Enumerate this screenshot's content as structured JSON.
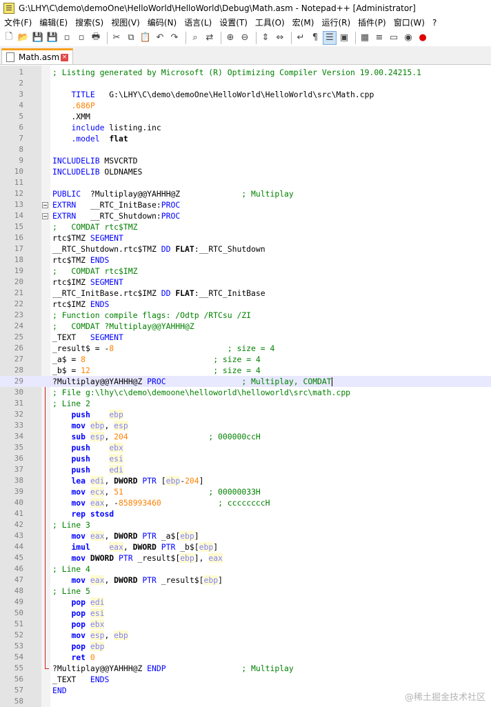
{
  "window": {
    "title": "G:\\LHY\\C\\demo\\demoOne\\HelloWorld\\HelloWorld\\Debug\\Math.asm - Notepad++ [Administrator]"
  },
  "menu": [
    "文件(F)",
    "编辑(E)",
    "搜索(S)",
    "视图(V)",
    "编码(N)",
    "语言(L)",
    "设置(T)",
    "工具(O)",
    "宏(M)",
    "运行(R)",
    "插件(P)",
    "窗口(W)",
    "?"
  ],
  "toolbar": {
    "icons": [
      "new-file-icon",
      "open-file-icon",
      "save-icon",
      "save-all-icon",
      "close-icon",
      "close-all-icon",
      "print-icon",
      "cut-icon",
      "copy-icon",
      "paste-icon",
      "undo-icon",
      "redo-icon",
      "find-icon",
      "replace-icon",
      "zoom-in-icon",
      "zoom-out-icon",
      "sync-vertical-icon",
      "sync-horizontal-icon",
      "word-wrap-icon",
      "show-all-chars-icon",
      "indent-guide-icon",
      "user-language-icon",
      "doc-map-icon",
      "function-list-icon",
      "folder-workspace-icon",
      "monitor-icon",
      "record-macro-icon"
    ]
  },
  "tab": {
    "label": "Math.asm",
    "close": "×"
  },
  "watermark": "@稀土掘金技术社区",
  "lines": [
    {
      "n": "1",
      "t": [
        [
          "c",
          "; Listing generated by Microsoft (R) Optimizing Compiler Version 19.00.24215.1"
        ]
      ]
    },
    {
      "n": "2",
      "t": []
    },
    {
      "n": "3",
      "t": [
        [
          "p",
          "    "
        ],
        [
          "d",
          "TITLE"
        ],
        [
          "p",
          "   G:\\LHY\\C\\demo\\demoOne\\HelloWorld\\HelloWorld\\src\\Math.cpp"
        ]
      ]
    },
    {
      "n": "4",
      "t": [
        [
          "p",
          "    "
        ],
        [
          "n",
          ".686P"
        ]
      ]
    },
    {
      "n": "5",
      "t": [
        [
          "p",
          "    .XMM"
        ]
      ]
    },
    {
      "n": "6",
      "t": [
        [
          "p",
          "    "
        ],
        [
          "d",
          "include"
        ],
        [
          "p",
          " listing.inc"
        ]
      ]
    },
    {
      "n": "7",
      "t": [
        [
          "p",
          "    "
        ],
        [
          "d",
          ".model"
        ],
        [
          "p",
          "  "
        ],
        [
          "tb",
          "flat"
        ]
      ]
    },
    {
      "n": "8",
      "t": []
    },
    {
      "n": "9",
      "t": [
        [
          "d",
          "INCLUDELIB"
        ],
        [
          "p",
          " MSVCRTD"
        ]
      ]
    },
    {
      "n": "10",
      "t": [
        [
          "d",
          "INCLUDELIB"
        ],
        [
          "p",
          " OLDNAMES"
        ]
      ]
    },
    {
      "n": "11",
      "t": []
    },
    {
      "n": "12",
      "t": [
        [
          "d",
          "PUBLIC"
        ],
        [
          "p",
          "  ?Multiplay@@YAHHH@Z             "
        ],
        [
          "c",
          "; Multiplay"
        ]
      ]
    },
    {
      "n": "13",
      "t": [
        [
          "d",
          "EXTRN"
        ],
        [
          "p",
          "   __RTC_InitBase:"
        ],
        [
          "d",
          "PROC"
        ]
      ]
    },
    {
      "n": "14",
      "t": [
        [
          "d",
          "EXTRN"
        ],
        [
          "p",
          "   __RTC_Shutdown:"
        ],
        [
          "d",
          "PROC"
        ]
      ]
    },
    {
      "n": "15",
      "t": [
        [
          "c",
          ";   COMDAT rtc$TMZ"
        ]
      ]
    },
    {
      "n": "16",
      "t": [
        [
          "p",
          "rtc$TMZ "
        ],
        [
          "d",
          "SEGMENT"
        ]
      ]
    },
    {
      "n": "17",
      "t": [
        [
          "p",
          "__RTC_Shutdown.rtc$TMZ "
        ],
        [
          "d",
          "DD"
        ],
        [
          "p",
          " "
        ],
        [
          "tb",
          "FLAT"
        ],
        [
          "p",
          ":__RTC_Shutdown"
        ]
      ]
    },
    {
      "n": "18",
      "t": [
        [
          "p",
          "rtc$TMZ "
        ],
        [
          "d",
          "ENDS"
        ]
      ]
    },
    {
      "n": "19",
      "t": [
        [
          "c",
          ";   COMDAT rtc$IMZ"
        ]
      ]
    },
    {
      "n": "20",
      "t": [
        [
          "p",
          "rtc$IMZ "
        ],
        [
          "d",
          "SEGMENT"
        ]
      ]
    },
    {
      "n": "21",
      "t": [
        [
          "p",
          "__RTC_InitBase.rtc$IMZ "
        ],
        [
          "d",
          "DD"
        ],
        [
          "p",
          " "
        ],
        [
          "tb",
          "FLAT"
        ],
        [
          "p",
          ":__RTC_InitBase"
        ]
      ]
    },
    {
      "n": "22",
      "t": [
        [
          "p",
          "rtc$IMZ "
        ],
        [
          "d",
          "ENDS"
        ]
      ]
    },
    {
      "n": "23",
      "t": [
        [
          "c",
          "; Function compile flags: /Odtp /RTCsu /ZI"
        ]
      ]
    },
    {
      "n": "24",
      "t": [
        [
          "c",
          ";   COMDAT ?Multiplay@@YAHHH@Z"
        ]
      ]
    },
    {
      "n": "25",
      "t": [
        [
          "p",
          "_TEXT   "
        ],
        [
          "d",
          "SEGMENT"
        ]
      ]
    },
    {
      "n": "26",
      "t": [
        [
          "p",
          "_result$ = -"
        ],
        [
          "n",
          "8"
        ],
        [
          "p",
          "                        "
        ],
        [
          "c",
          "; size = 4"
        ]
      ]
    },
    {
      "n": "27",
      "t": [
        [
          "p",
          "_a$ = "
        ],
        [
          "n",
          "8"
        ],
        [
          "p",
          "                           "
        ],
        [
          "c",
          "; size = 4"
        ]
      ]
    },
    {
      "n": "28",
      "t": [
        [
          "p",
          "_b$ = "
        ],
        [
          "n",
          "12"
        ],
        [
          "p",
          "                          "
        ],
        [
          "c",
          "; size = 4"
        ]
      ]
    },
    {
      "n": "29",
      "t": [
        [
          "p",
          "?Multiplay@@YAHHH@Z "
        ],
        [
          "d",
          "PROC"
        ],
        [
          "p",
          "                "
        ],
        [
          "c",
          "; Multiplay, COMDAT"
        ],
        [
          "caret",
          ""
        ]
      ]
    },
    {
      "n": "30",
      "t": [
        [
          "c",
          "; File g:\\lhy\\c\\demo\\demoone\\helloworld\\helloworld\\src\\math.cpp"
        ]
      ]
    },
    {
      "n": "31",
      "t": [
        [
          "c",
          "; Line 2"
        ]
      ]
    },
    {
      "n": "32",
      "t": [
        [
          "p",
          "    "
        ],
        [
          "i",
          "push"
        ],
        [
          "p",
          "    "
        ],
        [
          "r",
          "ebp"
        ]
      ]
    },
    {
      "n": "33",
      "t": [
        [
          "p",
          "    "
        ],
        [
          "i",
          "mov"
        ],
        [
          "p",
          " "
        ],
        [
          "r",
          "ebp"
        ],
        [
          "p",
          ", "
        ],
        [
          "r",
          "esp"
        ]
      ]
    },
    {
      "n": "34",
      "t": [
        [
          "p",
          "    "
        ],
        [
          "i",
          "sub"
        ],
        [
          "p",
          " "
        ],
        [
          "r",
          "esp"
        ],
        [
          "p",
          ", "
        ],
        [
          "n",
          "204"
        ],
        [
          "p",
          "                 "
        ],
        [
          "c",
          "; 000000ccH"
        ]
      ]
    },
    {
      "n": "35",
      "t": [
        [
          "p",
          "    "
        ],
        [
          "i",
          "push"
        ],
        [
          "p",
          "    "
        ],
        [
          "r",
          "ebx"
        ]
      ]
    },
    {
      "n": "36",
      "t": [
        [
          "p",
          "    "
        ],
        [
          "i",
          "push"
        ],
        [
          "p",
          "    "
        ],
        [
          "r",
          "esi"
        ]
      ]
    },
    {
      "n": "37",
      "t": [
        [
          "p",
          "    "
        ],
        [
          "i",
          "push"
        ],
        [
          "p",
          "    "
        ],
        [
          "r",
          "edi"
        ]
      ]
    },
    {
      "n": "38",
      "t": [
        [
          "p",
          "    "
        ],
        [
          "i",
          "lea"
        ],
        [
          "p",
          " "
        ],
        [
          "r",
          "edi"
        ],
        [
          "p",
          ", "
        ],
        [
          "tb",
          "DWORD"
        ],
        [
          "p",
          " "
        ],
        [
          "ty",
          "PTR"
        ],
        [
          "p",
          " ["
        ],
        [
          "r",
          "ebp"
        ],
        [
          "p",
          "-"
        ],
        [
          "n",
          "204"
        ],
        [
          "p",
          "]"
        ]
      ]
    },
    {
      "n": "39",
      "t": [
        [
          "p",
          "    "
        ],
        [
          "i",
          "mov"
        ],
        [
          "p",
          " "
        ],
        [
          "r",
          "ecx"
        ],
        [
          "p",
          ", "
        ],
        [
          "n",
          "51"
        ],
        [
          "p",
          "                  "
        ],
        [
          "c",
          "; 00000033H"
        ]
      ]
    },
    {
      "n": "40",
      "t": [
        [
          "p",
          "    "
        ],
        [
          "i",
          "mov"
        ],
        [
          "p",
          " "
        ],
        [
          "r",
          "eax"
        ],
        [
          "p",
          ", -"
        ],
        [
          "n",
          "858993460"
        ],
        [
          "p",
          "            "
        ],
        [
          "c",
          "; ccccccccH"
        ]
      ]
    },
    {
      "n": "41",
      "t": [
        [
          "p",
          "    "
        ],
        [
          "i",
          "rep stosd"
        ]
      ]
    },
    {
      "n": "42",
      "t": [
        [
          "c",
          "; Line 3"
        ]
      ]
    },
    {
      "n": "43",
      "t": [
        [
          "p",
          "    "
        ],
        [
          "i",
          "mov"
        ],
        [
          "p",
          " "
        ],
        [
          "r",
          "eax"
        ],
        [
          "p",
          ", "
        ],
        [
          "tb",
          "DWORD"
        ],
        [
          "p",
          " "
        ],
        [
          "ty",
          "PTR"
        ],
        [
          "p",
          " _a$["
        ],
        [
          "r",
          "ebp"
        ],
        [
          "p",
          "]"
        ]
      ]
    },
    {
      "n": "44",
      "t": [
        [
          "p",
          "    "
        ],
        [
          "i",
          "imul"
        ],
        [
          "p",
          "    "
        ],
        [
          "r",
          "eax"
        ],
        [
          "p",
          ", "
        ],
        [
          "tb",
          "DWORD"
        ],
        [
          "p",
          " "
        ],
        [
          "ty",
          "PTR"
        ],
        [
          "p",
          " _b$["
        ],
        [
          "r",
          "ebp"
        ],
        [
          "p",
          "]"
        ]
      ]
    },
    {
      "n": "45",
      "t": [
        [
          "p",
          "    "
        ],
        [
          "i",
          "mov"
        ],
        [
          "p",
          " "
        ],
        [
          "tb",
          "DWORD"
        ],
        [
          "p",
          " "
        ],
        [
          "ty",
          "PTR"
        ],
        [
          "p",
          " _result$["
        ],
        [
          "r",
          "ebp"
        ],
        [
          "p",
          "], "
        ],
        [
          "r",
          "eax"
        ]
      ]
    },
    {
      "n": "46",
      "t": [
        [
          "c",
          "; Line 4"
        ]
      ]
    },
    {
      "n": "47",
      "t": [
        [
          "p",
          "    "
        ],
        [
          "i",
          "mov"
        ],
        [
          "p",
          " "
        ],
        [
          "r",
          "eax"
        ],
        [
          "p",
          ", "
        ],
        [
          "tb",
          "DWORD"
        ],
        [
          "p",
          " "
        ],
        [
          "ty",
          "PTR"
        ],
        [
          "p",
          " _result$["
        ],
        [
          "r",
          "ebp"
        ],
        [
          "p",
          "]"
        ]
      ]
    },
    {
      "n": "48",
      "t": [
        [
          "c",
          "; Line 5"
        ]
      ]
    },
    {
      "n": "49",
      "t": [
        [
          "p",
          "    "
        ],
        [
          "i",
          "pop"
        ],
        [
          "p",
          " "
        ],
        [
          "r",
          "edi"
        ]
      ]
    },
    {
      "n": "50",
      "t": [
        [
          "p",
          "    "
        ],
        [
          "i",
          "pop"
        ],
        [
          "p",
          " "
        ],
        [
          "r",
          "esi"
        ]
      ]
    },
    {
      "n": "51",
      "t": [
        [
          "p",
          "    "
        ],
        [
          "i",
          "pop"
        ],
        [
          "p",
          " "
        ],
        [
          "r",
          "ebx"
        ]
      ]
    },
    {
      "n": "52",
      "t": [
        [
          "p",
          "    "
        ],
        [
          "i",
          "mov"
        ],
        [
          "p",
          " "
        ],
        [
          "r",
          "esp"
        ],
        [
          "p",
          ", "
        ],
        [
          "r",
          "ebp"
        ]
      ]
    },
    {
      "n": "53",
      "t": [
        [
          "p",
          "    "
        ],
        [
          "i",
          "pop"
        ],
        [
          "p",
          " "
        ],
        [
          "r",
          "ebp"
        ]
      ]
    },
    {
      "n": "54",
      "t": [
        [
          "p",
          "    "
        ],
        [
          "i",
          "ret"
        ],
        [
          "p",
          " "
        ],
        [
          "n",
          "0"
        ]
      ]
    },
    {
      "n": "55",
      "t": [
        [
          "p",
          "?Multiplay@@YAHHH@Z "
        ],
        [
          "d",
          "ENDP"
        ],
        [
          "p",
          "                "
        ],
        [
          "c",
          "; Multiplay"
        ]
      ]
    },
    {
      "n": "56",
      "t": [
        [
          "p",
          "_TEXT   "
        ],
        [
          "d",
          "ENDS"
        ]
      ]
    },
    {
      "n": "57",
      "t": [
        [
          "d",
          "END"
        ]
      ]
    },
    {
      "n": "58",
      "t": []
    }
  ],
  "editor": {
    "current_line": 29
  }
}
